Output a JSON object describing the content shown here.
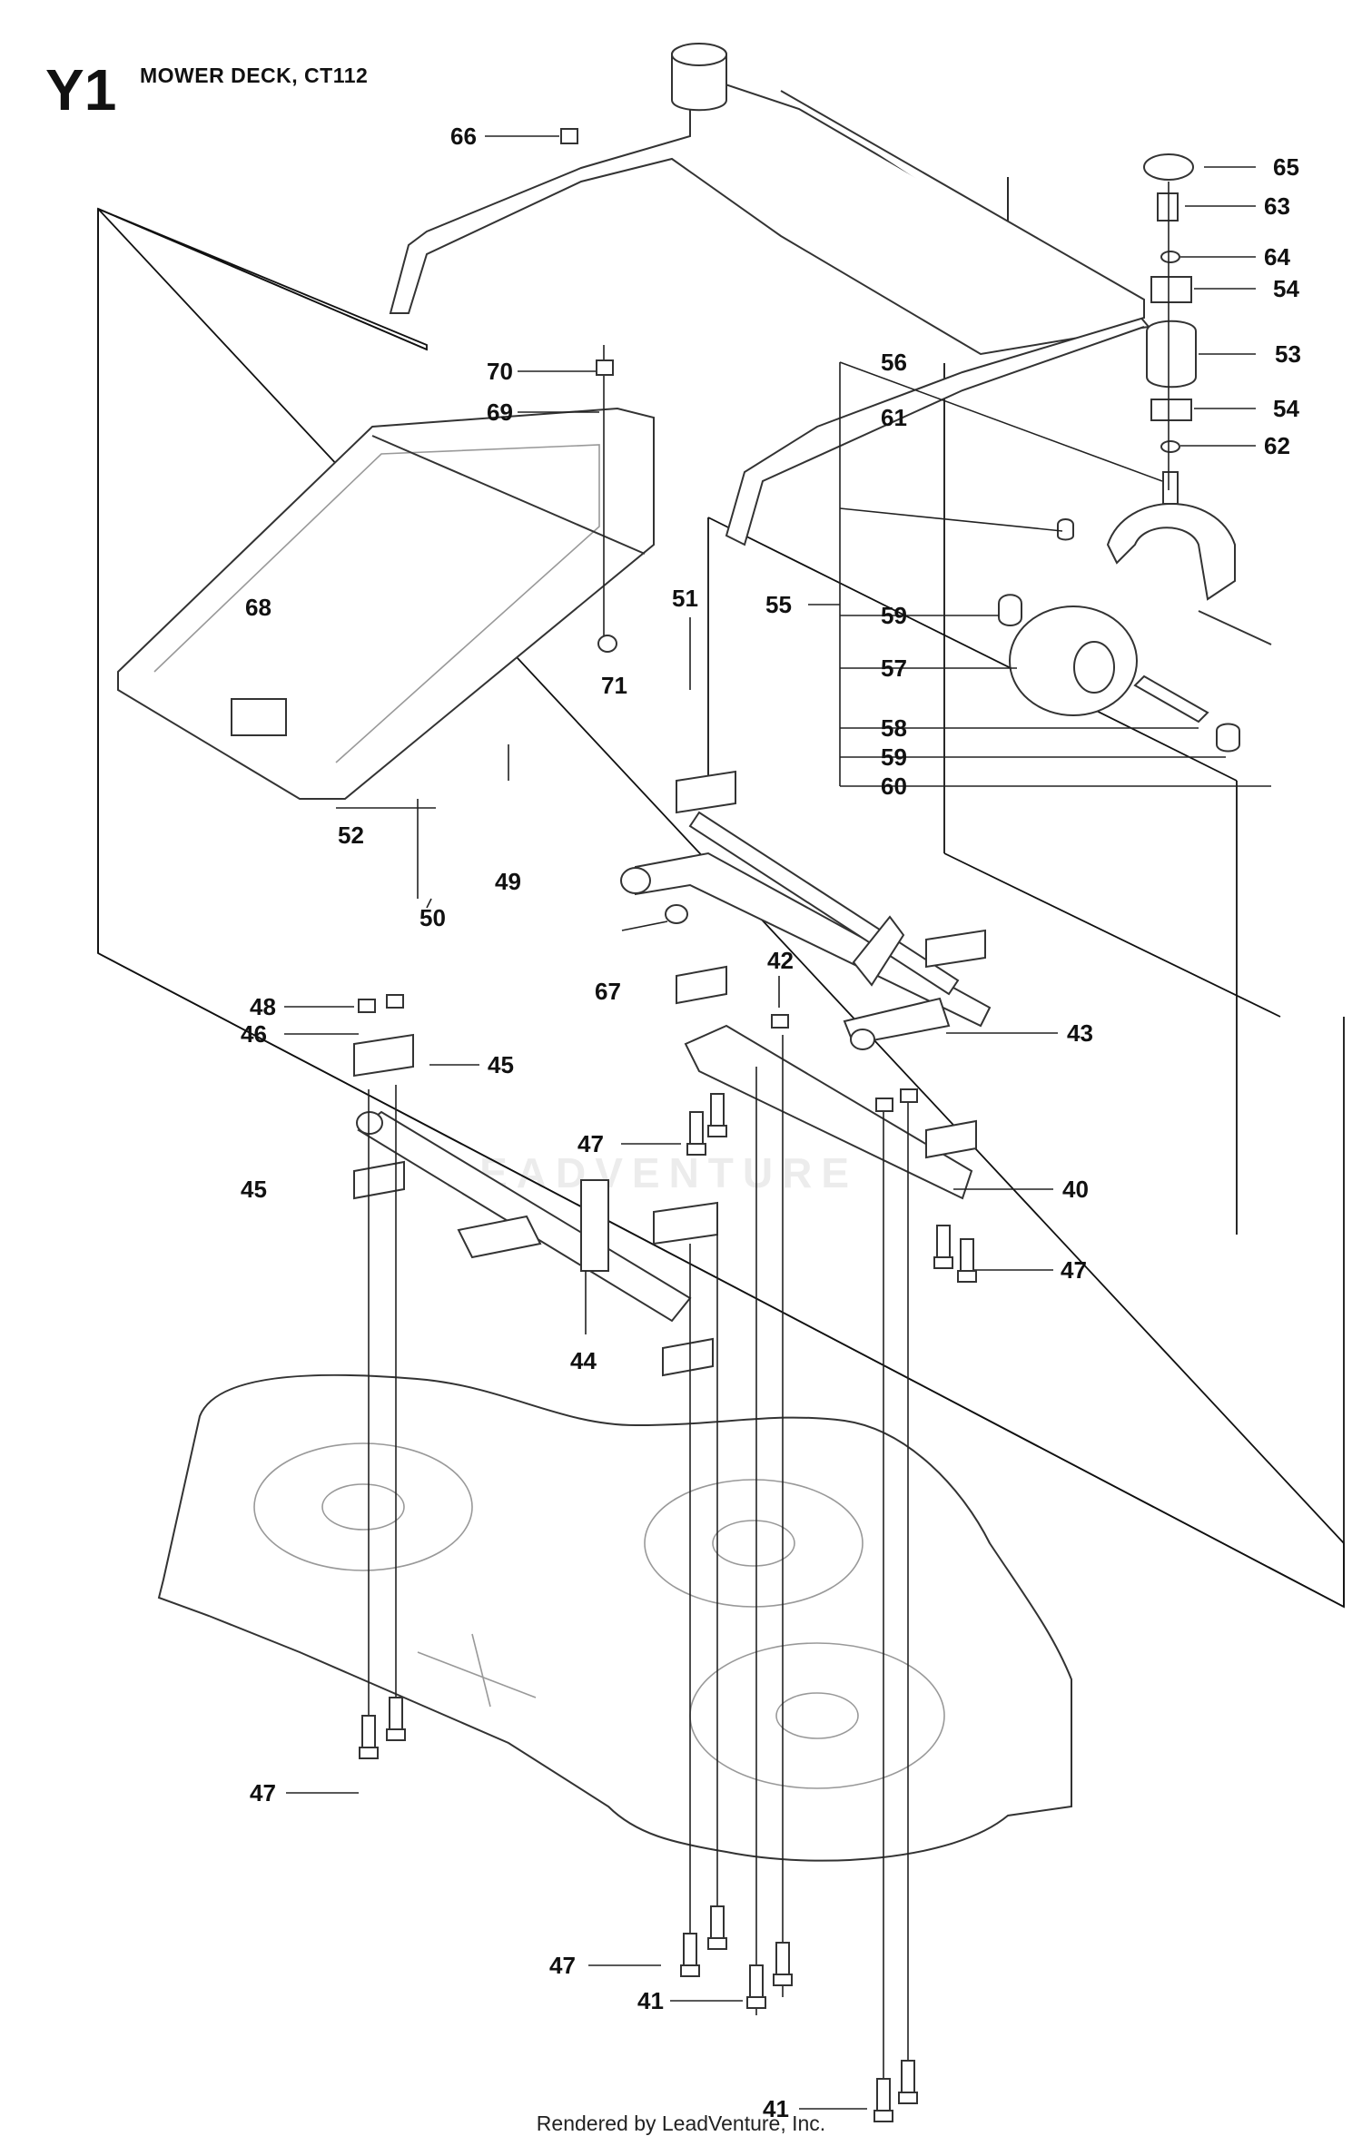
{
  "header": {
    "sheet_code": "Y1",
    "title": "MOWER DECK, CT112"
  },
  "watermark": "LEADVENTURE",
  "footer": "Rendered by LeadVenture, Inc.",
  "callouts": [
    {
      "id": "66",
      "label": "66"
    },
    {
      "id": "65",
      "label": "65"
    },
    {
      "id": "63",
      "label": "63"
    },
    {
      "id": "64",
      "label": "64"
    },
    {
      "id": "54a",
      "label": "54"
    },
    {
      "id": "53",
      "label": "53"
    },
    {
      "id": "54b",
      "label": "54"
    },
    {
      "id": "62",
      "label": "62"
    },
    {
      "id": "70",
      "label": "70"
    },
    {
      "id": "69",
      "label": "69"
    },
    {
      "id": "56",
      "label": "56"
    },
    {
      "id": "61",
      "label": "61"
    },
    {
      "id": "55",
      "label": "55"
    },
    {
      "id": "59a",
      "label": "59"
    },
    {
      "id": "57",
      "label": "57"
    },
    {
      "id": "58",
      "label": "58"
    },
    {
      "id": "59b",
      "label": "59"
    },
    {
      "id": "60",
      "label": "60"
    },
    {
      "id": "68",
      "label": "68"
    },
    {
      "id": "51",
      "label": "51"
    },
    {
      "id": "71",
      "label": "71"
    },
    {
      "id": "52",
      "label": "52"
    },
    {
      "id": "49",
      "label": "49"
    },
    {
      "id": "50",
      "label": "50"
    },
    {
      "id": "67",
      "label": "67"
    },
    {
      "id": "42",
      "label": "42"
    },
    {
      "id": "43",
      "label": "43"
    },
    {
      "id": "48",
      "label": "48"
    },
    {
      "id": "46",
      "label": "46"
    },
    {
      "id": "45a",
      "label": "45"
    },
    {
      "id": "45b",
      "label": "45"
    },
    {
      "id": "47a",
      "label": "47"
    },
    {
      "id": "40",
      "label": "40"
    },
    {
      "id": "47b",
      "label": "47"
    },
    {
      "id": "44",
      "label": "44"
    },
    {
      "id": "47c",
      "label": "47"
    },
    {
      "id": "47d",
      "label": "47"
    },
    {
      "id": "41a",
      "label": "41"
    },
    {
      "id": "41b",
      "label": "41"
    }
  ]
}
